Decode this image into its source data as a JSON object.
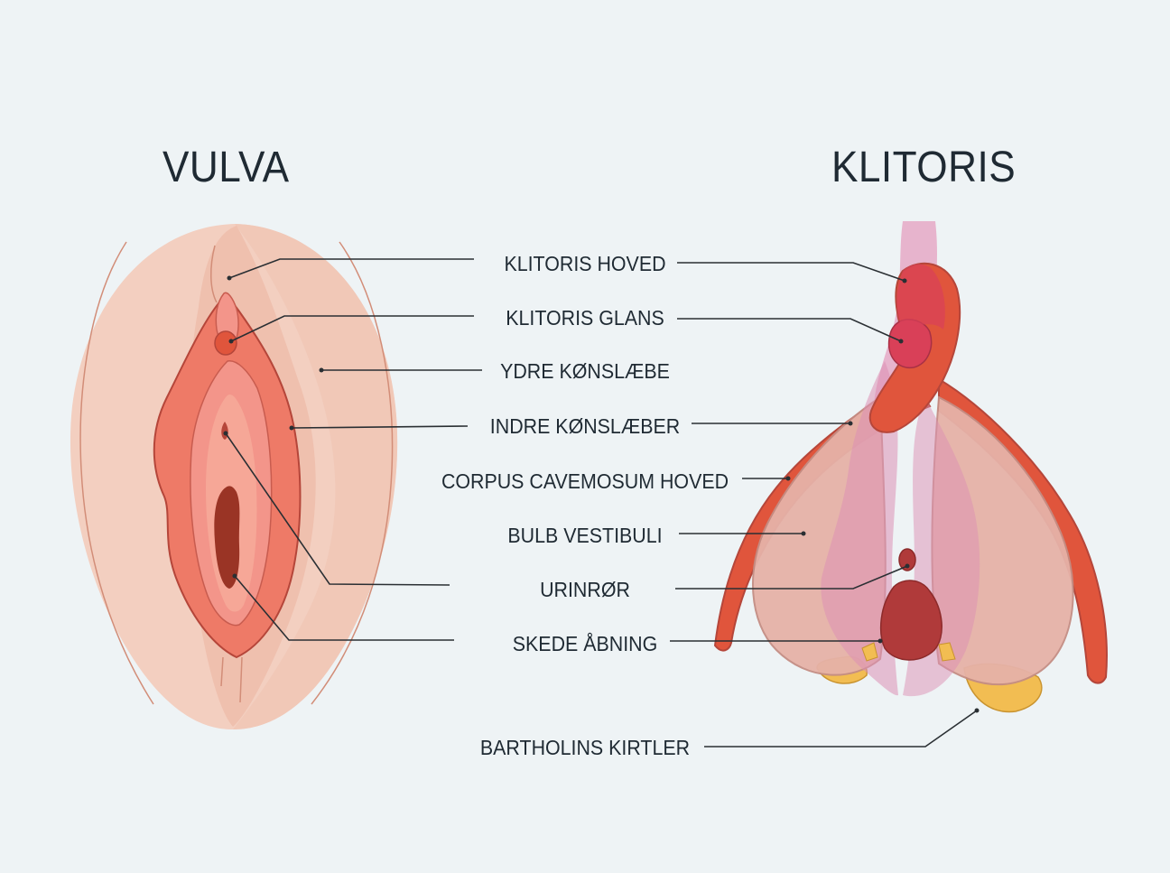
{
  "titles": {
    "vulva": "VULVA",
    "klitoris": "KLITORIS"
  },
  "labels": [
    "KLITORIS HOVED",
    "KLITORIS GLANS",
    "YDRE KØNSLÆBE",
    "INDRE KØNSLÆBER",
    "CORPUS CAVEMOSUM HOVED",
    "BULB VESTIBULI",
    "URINRØR",
    "SKEDE ÅBNING",
    "BARTHOLINS KIRTLER"
  ],
  "colors": {
    "background": "#eef3f5",
    "skin_outer": "#f3cfc0",
    "skin_mid": "#efc1ae",
    "labia_inner": "#ee7a67",
    "labia_edge": "#b5463a",
    "vestibule": "#f6a797",
    "vaginal_opening": "#9a3425",
    "clitoris_body": "#e0553c",
    "clitoris_glans": "#d94058",
    "bulb": "#e6b2a8",
    "pink_overlay": "#dc8fb4",
    "bartholin": "#f2bd52",
    "text": "#1f2a33",
    "leader_line": "#2a2f33"
  }
}
